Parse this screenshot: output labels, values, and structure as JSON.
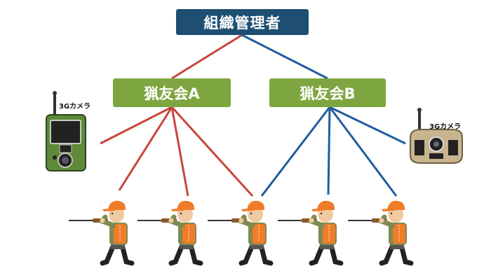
{
  "admin": {
    "label": "組織管理者"
  },
  "clubs": [
    {
      "id": "A",
      "label": "猟友会A",
      "link_color": "#c8463c"
    },
    {
      "id": "B",
      "label": "猟友会B",
      "link_color": "#1f5e9c"
    }
  ],
  "cameras": [
    {
      "label": "3Gカメラ",
      "club": "A",
      "body_color": "#5e8a3a"
    },
    {
      "label": "3Gカメラ",
      "club": "B",
      "body_color": "#c8b48e"
    }
  ],
  "hunters": [
    {
      "club": "A"
    },
    {
      "club": "A"
    },
    {
      "club": "A,B"
    },
    {
      "club": "B"
    },
    {
      "club": "B"
    }
  ],
  "colors": {
    "admin_box": "#1e4f73",
    "club_box": "#7ea640",
    "hunter_cap": "#f07c28",
    "hunter_vest": "#f07c28",
    "hunter_shirt": "#7f8a52"
  }
}
